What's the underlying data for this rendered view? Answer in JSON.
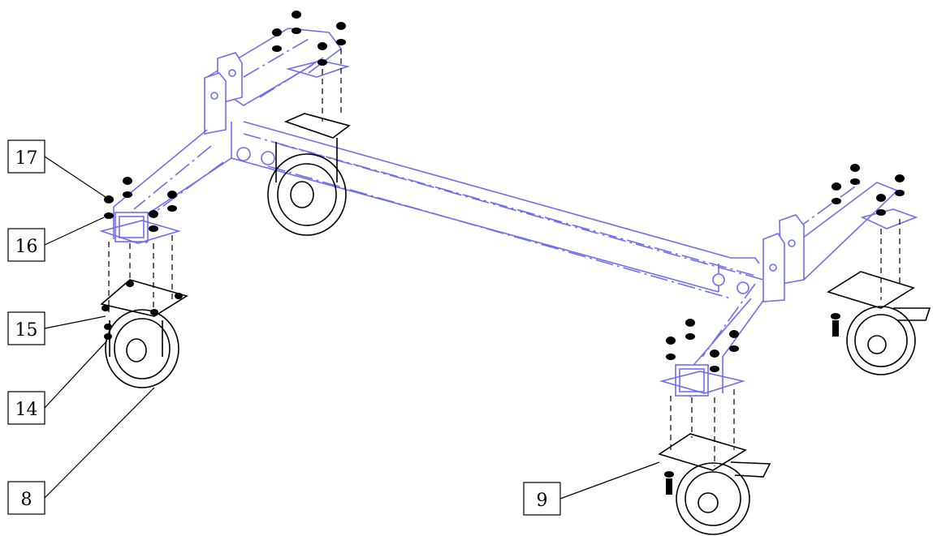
{
  "callouts": [
    {
      "id": "17",
      "label": "17"
    },
    {
      "id": "16",
      "label": "16"
    },
    {
      "id": "15",
      "label": "15"
    },
    {
      "id": "14",
      "label": "14"
    },
    {
      "id": "8",
      "label": "8"
    },
    {
      "id": "9",
      "label": "9"
    }
  ],
  "colors": {
    "frame": "#6e6ef0",
    "hardware": "#000000",
    "background": "#ffffff"
  }
}
